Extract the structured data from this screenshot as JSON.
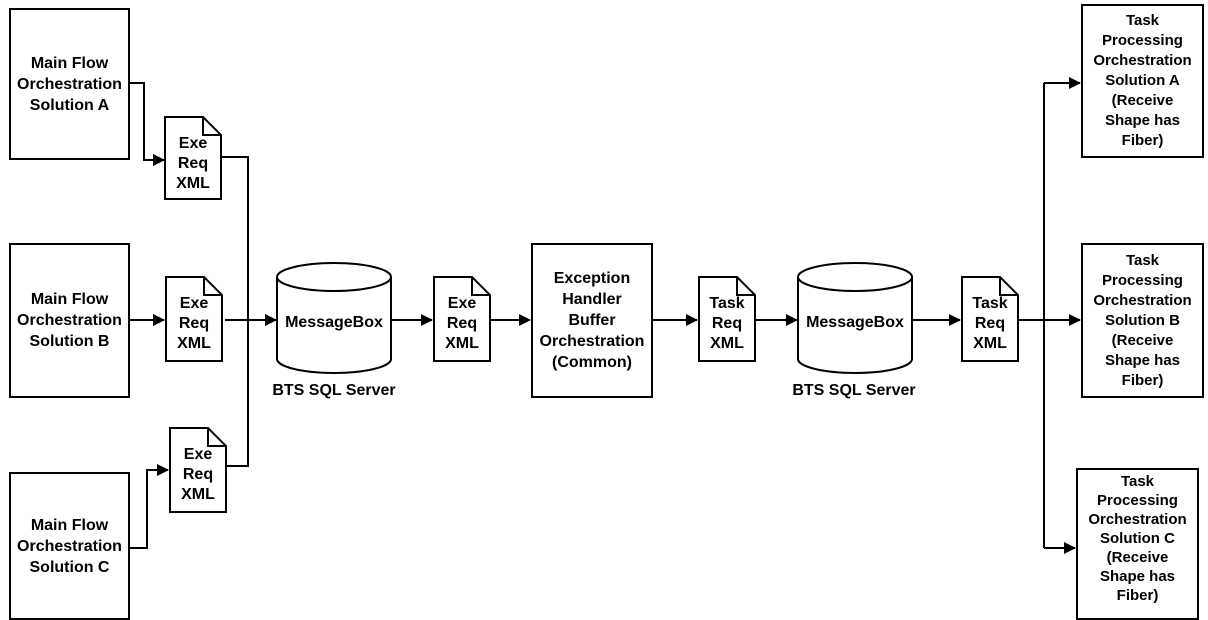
{
  "main_flows": [
    {
      "label": "Main Flow\nOrchestration\nSolution A"
    },
    {
      "label": "Main Flow\nOrchestration\nSolution B"
    },
    {
      "label": "Main Flow\nOrchestration\nSolution C"
    }
  ],
  "exe_req_docs": [
    {
      "label": "Exe\nReq\nXML"
    },
    {
      "label": "Exe\nReq\nXML"
    },
    {
      "label": "Exe\nReq\nXML"
    }
  ],
  "messagebox_1": {
    "label": "MessageBox",
    "caption": "BTS SQL Server"
  },
  "exe_req_doc_center": {
    "label": "Exe\nReq\nXML"
  },
  "exception_handler": {
    "label": "Exception\nHandler\nBuffer\nOrchestration\n(Common)"
  },
  "task_req_doc_1": {
    "label": "Task\nReq\nXML"
  },
  "messagebox_2": {
    "label": "MessageBox",
    "caption": "BTS SQL Server"
  },
  "task_req_doc_2": {
    "label": "Task\nReq\nXML"
  },
  "task_processing": [
    {
      "label": "Task\nProcessing\nOrchestration\nSolution A\n(Receive\nShape has\nFiber)"
    },
    {
      "label": "Task\nProcessing\nOrchestration\nSolution B\n(Receive\nShape has\nFiber)"
    },
    {
      "label": "Task\nProcessing\nOrchestration\nSolution C\n(Receive\nShape has\nFiber)"
    }
  ]
}
